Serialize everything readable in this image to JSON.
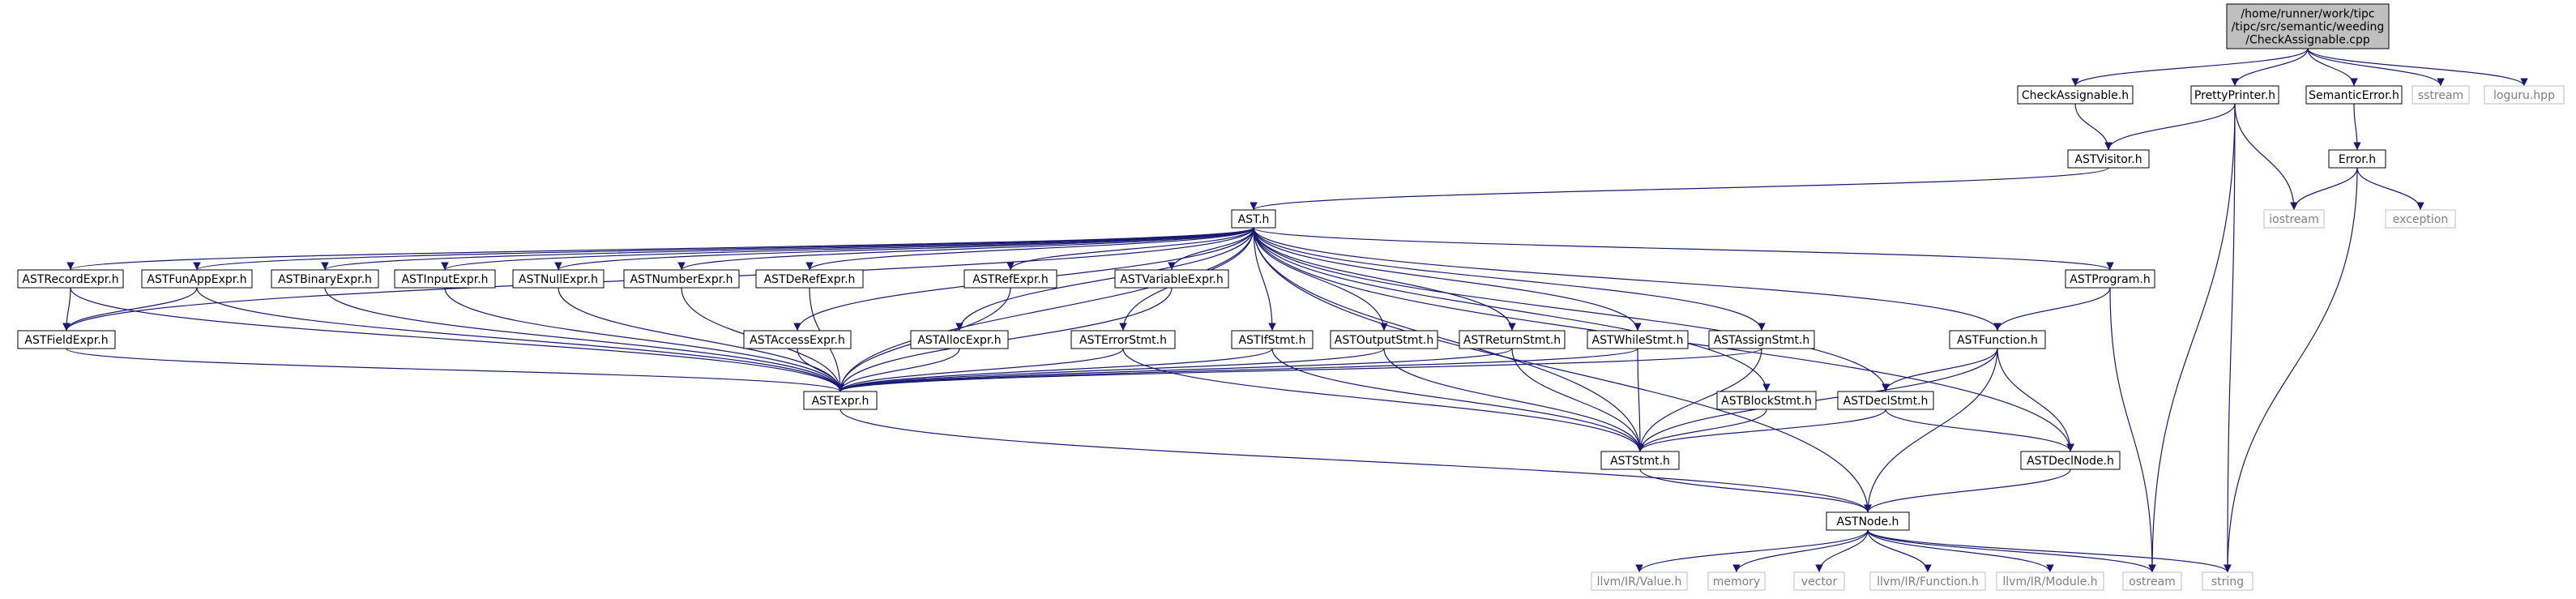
{
  "diagram": {
    "colors": {
      "edge": "#191970",
      "node_border": "#000000",
      "external_border": "#bfbfbf",
      "external_text": "#7f7f7f",
      "root_fill": "#bfbfbf",
      "background": "#ffffff"
    },
    "nodes": [
      {
        "id": "root",
        "lines": [
          "/home/runner/work/tipc",
          "/tipc/src/semantic/weeding",
          "/CheckAssignable.cpp"
        ],
        "kind": "root"
      },
      {
        "id": "checkassignable_h",
        "lines": [
          "CheckAssignable.h"
        ],
        "kind": "header"
      },
      {
        "id": "prettyprinter_h",
        "lines": [
          "PrettyPrinter.h"
        ],
        "kind": "header"
      },
      {
        "id": "semanticerror_h",
        "lines": [
          "SemanticError.h"
        ],
        "kind": "header"
      },
      {
        "id": "sstream",
        "lines": [
          "sstream"
        ],
        "kind": "external"
      },
      {
        "id": "loguru_hpp",
        "lines": [
          "loguru.hpp"
        ],
        "kind": "external"
      },
      {
        "id": "astvisitor_h",
        "lines": [
          "ASTVisitor.h"
        ],
        "kind": "header"
      },
      {
        "id": "error_h",
        "lines": [
          "Error.h"
        ],
        "kind": "header"
      },
      {
        "id": "iostream",
        "lines": [
          "iostream"
        ],
        "kind": "external"
      },
      {
        "id": "exception",
        "lines": [
          "exception"
        ],
        "kind": "external"
      },
      {
        "id": "ast_h",
        "lines": [
          "AST.h"
        ],
        "kind": "header"
      },
      {
        "id": "astrecordexpr_h",
        "lines": [
          "ASTRecordExpr.h"
        ],
        "kind": "header"
      },
      {
        "id": "astfunappexpr_h",
        "lines": [
          "ASTFunAppExpr.h"
        ],
        "kind": "header"
      },
      {
        "id": "astbinaryexpr_h",
        "lines": [
          "ASTBinaryExpr.h"
        ],
        "kind": "header"
      },
      {
        "id": "astinputexpr_h",
        "lines": [
          "ASTInputExpr.h"
        ],
        "kind": "header"
      },
      {
        "id": "astnullexpr_h",
        "lines": [
          "ASTNullExpr.h"
        ],
        "kind": "header"
      },
      {
        "id": "astnumberexpr_h",
        "lines": [
          "ASTNumberExpr.h"
        ],
        "kind": "header"
      },
      {
        "id": "astderefexpr_h",
        "lines": [
          "ASTDeRefExpr.h"
        ],
        "kind": "header"
      },
      {
        "id": "astrefexpr_h",
        "lines": [
          "ASTRefExpr.h"
        ],
        "kind": "header"
      },
      {
        "id": "astvariableexpr_h",
        "lines": [
          "ASTVariableExpr.h"
        ],
        "kind": "header"
      },
      {
        "id": "astprogram_h",
        "lines": [
          "ASTProgram.h"
        ],
        "kind": "header"
      },
      {
        "id": "astfieldexpr_h",
        "lines": [
          "ASTFieldExpr.h"
        ],
        "kind": "header"
      },
      {
        "id": "astaccessexpr_h",
        "lines": [
          "ASTAccessExpr.h"
        ],
        "kind": "header"
      },
      {
        "id": "astallocexpr_h",
        "lines": [
          "ASTAllocExpr.h"
        ],
        "kind": "header"
      },
      {
        "id": "asterrorstmt_h",
        "lines": [
          "ASTErrorStmt.h"
        ],
        "kind": "header"
      },
      {
        "id": "astifstmt_h",
        "lines": [
          "ASTIfStmt.h"
        ],
        "kind": "header"
      },
      {
        "id": "astoutputstmt_h",
        "lines": [
          "ASTOutputStmt.h"
        ],
        "kind": "header"
      },
      {
        "id": "astreturnstmt_h",
        "lines": [
          "ASTReturnStmt.h"
        ],
        "kind": "header"
      },
      {
        "id": "astwhilestmt_h",
        "lines": [
          "ASTWhileStmt.h"
        ],
        "kind": "header"
      },
      {
        "id": "astassignstmt_h",
        "lines": [
          "ASTAssignStmt.h"
        ],
        "kind": "header"
      },
      {
        "id": "astfunction_h",
        "lines": [
          "ASTFunction.h"
        ],
        "kind": "header"
      },
      {
        "id": "astexpr_h",
        "lines": [
          "ASTExpr.h"
        ],
        "kind": "header"
      },
      {
        "id": "astblockstmt_h",
        "lines": [
          "ASTBlockStmt.h"
        ],
        "kind": "header"
      },
      {
        "id": "astdeclstmt_h",
        "lines": [
          "ASTDeclStmt.h"
        ],
        "kind": "header"
      },
      {
        "id": "aststmt_h",
        "lines": [
          "ASTStmt.h"
        ],
        "kind": "header"
      },
      {
        "id": "astdeclnode_h",
        "lines": [
          "ASTDeclNode.h"
        ],
        "kind": "header"
      },
      {
        "id": "astnode_h",
        "lines": [
          "ASTNode.h"
        ],
        "kind": "header"
      },
      {
        "id": "llvm_value_h",
        "lines": [
          "llvm/IR/Value.h"
        ],
        "kind": "external"
      },
      {
        "id": "memory",
        "lines": [
          "memory"
        ],
        "kind": "external"
      },
      {
        "id": "vector",
        "lines": [
          "vector"
        ],
        "kind": "external"
      },
      {
        "id": "llvm_function_h",
        "lines": [
          "llvm/IR/Function.h"
        ],
        "kind": "external"
      },
      {
        "id": "llvm_module_h",
        "lines": [
          "llvm/IR/Module.h"
        ],
        "kind": "external"
      },
      {
        "id": "ostream",
        "lines": [
          "ostream"
        ],
        "kind": "external"
      },
      {
        "id": "string",
        "lines": [
          "string"
        ],
        "kind": "external"
      }
    ],
    "edges": [
      [
        "root",
        "checkassignable_h"
      ],
      [
        "root",
        "prettyprinter_h"
      ],
      [
        "root",
        "semanticerror_h"
      ],
      [
        "root",
        "sstream"
      ],
      [
        "root",
        "loguru_hpp"
      ],
      [
        "checkassignable_h",
        "astvisitor_h"
      ],
      [
        "prettyprinter_h",
        "astvisitor_h"
      ],
      [
        "prettyprinter_h",
        "iostream"
      ],
      [
        "prettyprinter_h",
        "ostream"
      ],
      [
        "prettyprinter_h",
        "string"
      ],
      [
        "semanticerror_h",
        "error_h"
      ],
      [
        "error_h",
        "iostream"
      ],
      [
        "error_h",
        "exception"
      ],
      [
        "error_h",
        "string"
      ],
      [
        "astvisitor_h",
        "ast_h"
      ],
      [
        "ast_h",
        "astrecordexpr_h"
      ],
      [
        "ast_h",
        "astfunappexpr_h"
      ],
      [
        "ast_h",
        "astbinaryexpr_h"
      ],
      [
        "ast_h",
        "astinputexpr_h"
      ],
      [
        "ast_h",
        "astnullexpr_h"
      ],
      [
        "ast_h",
        "astnumberexpr_h"
      ],
      [
        "ast_h",
        "astderefexpr_h"
      ],
      [
        "ast_h",
        "astrefexpr_h"
      ],
      [
        "ast_h",
        "astvariableexpr_h"
      ],
      [
        "ast_h",
        "astprogram_h"
      ],
      [
        "ast_h",
        "astfieldexpr_h"
      ],
      [
        "ast_h",
        "astaccessexpr_h"
      ],
      [
        "ast_h",
        "astallocexpr_h"
      ],
      [
        "ast_h",
        "asterrorstmt_h"
      ],
      [
        "ast_h",
        "astifstmt_h"
      ],
      [
        "ast_h",
        "astoutputstmt_h"
      ],
      [
        "ast_h",
        "astreturnstmt_h"
      ],
      [
        "ast_h",
        "astwhilestmt_h"
      ],
      [
        "ast_h",
        "astassignstmt_h"
      ],
      [
        "ast_h",
        "astfunction_h"
      ],
      [
        "ast_h",
        "astexpr_h"
      ],
      [
        "ast_h",
        "astblockstmt_h"
      ],
      [
        "ast_h",
        "astdeclstmt_h"
      ],
      [
        "ast_h",
        "aststmt_h"
      ],
      [
        "ast_h",
        "astdeclnode_h"
      ],
      [
        "ast_h",
        "astnode_h"
      ],
      [
        "astrecordexpr_h",
        "astfieldexpr_h"
      ],
      [
        "astrecordexpr_h",
        "astexpr_h"
      ],
      [
        "astfunappexpr_h",
        "astfieldexpr_h"
      ],
      [
        "astfunappexpr_h",
        "astexpr_h"
      ],
      [
        "astbinaryexpr_h",
        "astexpr_h"
      ],
      [
        "astinputexpr_h",
        "astexpr_h"
      ],
      [
        "astnullexpr_h",
        "astexpr_h"
      ],
      [
        "astnumberexpr_h",
        "astexpr_h"
      ],
      [
        "astderefexpr_h",
        "astexpr_h"
      ],
      [
        "astrefexpr_h",
        "astexpr_h"
      ],
      [
        "astvariableexpr_h",
        "astexpr_h"
      ],
      [
        "astfieldexpr_h",
        "astexpr_h"
      ],
      [
        "astaccessexpr_h",
        "astexpr_h"
      ],
      [
        "astallocexpr_h",
        "astexpr_h"
      ],
      [
        "asterrorstmt_h",
        "astexpr_h"
      ],
      [
        "asterrorstmt_h",
        "aststmt_h"
      ],
      [
        "astifstmt_h",
        "astexpr_h"
      ],
      [
        "astifstmt_h",
        "aststmt_h"
      ],
      [
        "astoutputstmt_h",
        "astexpr_h"
      ],
      [
        "astoutputstmt_h",
        "aststmt_h"
      ],
      [
        "astreturnstmt_h",
        "astexpr_h"
      ],
      [
        "astreturnstmt_h",
        "aststmt_h"
      ],
      [
        "astwhilestmt_h",
        "astexpr_h"
      ],
      [
        "astwhilestmt_h",
        "aststmt_h"
      ],
      [
        "astassignstmt_h",
        "astexpr_h"
      ],
      [
        "astassignstmt_h",
        "aststmt_h"
      ],
      [
        "astprogram_h",
        "astfunction_h"
      ],
      [
        "astprogram_h",
        "ostream"
      ],
      [
        "astfunction_h",
        "astdeclstmt_h"
      ],
      [
        "astfunction_h",
        "aststmt_h"
      ],
      [
        "astfunction_h",
        "astdeclnode_h"
      ],
      [
        "astfunction_h",
        "astnode_h"
      ],
      [
        "astblockstmt_h",
        "aststmt_h"
      ],
      [
        "astdeclstmt_h",
        "aststmt_h"
      ],
      [
        "astdeclstmt_h",
        "astdeclnode_h"
      ],
      [
        "astexpr_h",
        "astnode_h"
      ],
      [
        "aststmt_h",
        "astnode_h"
      ],
      [
        "astdeclnode_h",
        "astnode_h"
      ],
      [
        "astnode_h",
        "llvm_value_h"
      ],
      [
        "astnode_h",
        "memory"
      ],
      [
        "astnode_h",
        "vector"
      ],
      [
        "astnode_h",
        "llvm_function_h"
      ],
      [
        "astnode_h",
        "llvm_module_h"
      ],
      [
        "astnode_h",
        "ostream"
      ],
      [
        "astnode_h",
        "string"
      ]
    ]
  }
}
